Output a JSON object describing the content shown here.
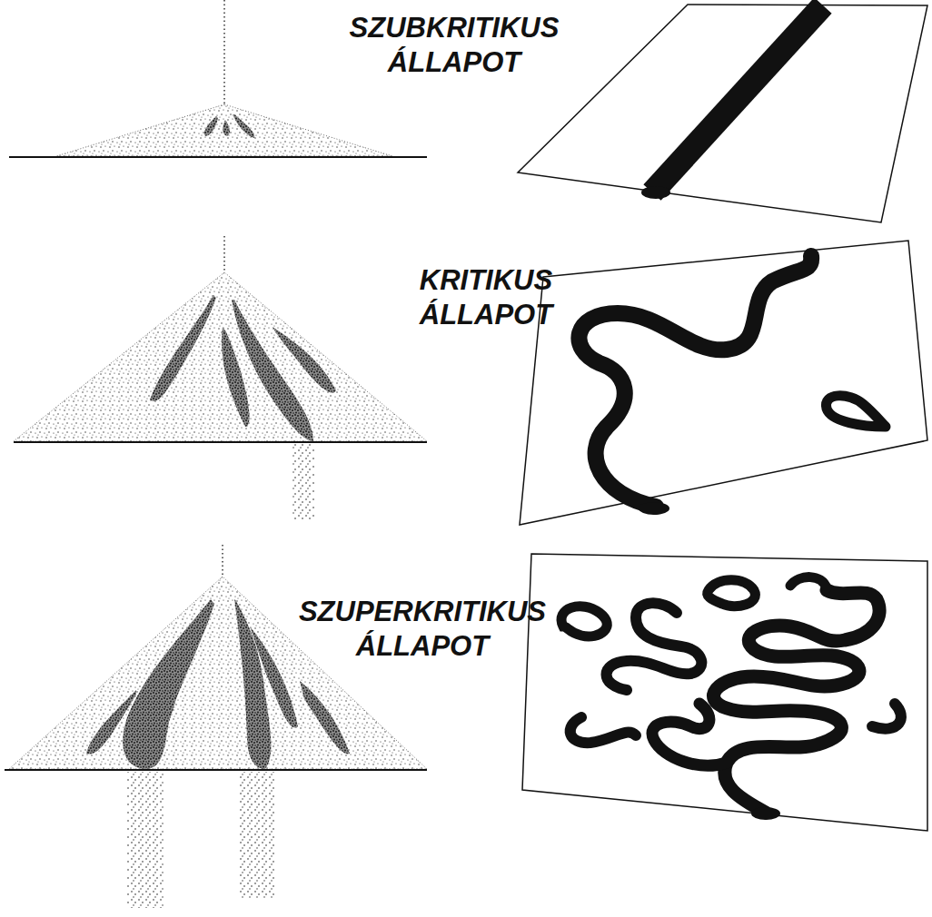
{
  "diagram": {
    "labels": [
      "SZUBKRITIKUS ÁLLAPOT",
      "KRITIKUS ÁLLAPOT",
      "SZUPERKRITIKUS ÁLLAPOT"
    ]
  }
}
